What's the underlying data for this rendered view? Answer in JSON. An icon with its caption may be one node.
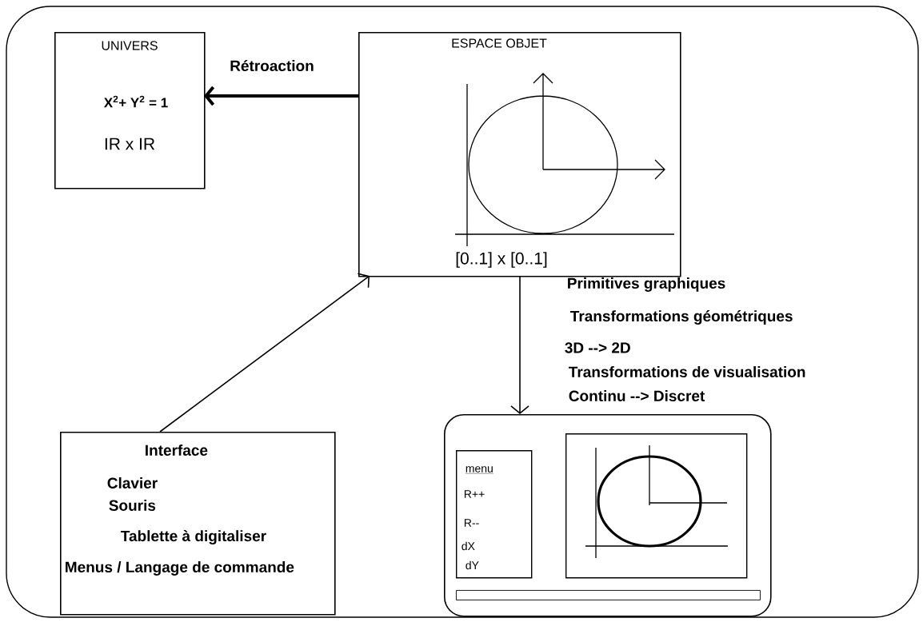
{
  "diagram": {
    "nodes": [
      {
        "text": [
          "UNIVERS",
          "X$^{2}$+  Y$^{2}$ = 1",
          "IR x IR"
        ]
      },
      {
        "text": [
          "ESPACE OBJET",
          "[0..1] x [0..1]"
        ]
      },
      {
        "text": [
          "Interface",
          "Clavier",
          "Souris",
          "Tablette à digitaliser",
          "Menus / Langage de commande"
        ]
      },
      {
        "text": [],
        "shape": "box"
      },
      {
        "text": [
          "menu",
          "R++",
          "R--",
          "dX",
          "dY"
        ],
        "in": 3
      },
      {
        "text": [],
        "shape": "box",
        "in": 3
      },
      {
        "text": [],
        "shape": "bar",
        "in": 3
      }
    ],
    "edges": [
      {
        "from": 1,
        "to": 0,
        "arrow": "to",
        "label": "Rétroaction",
        "style": "thick"
      },
      {
        "from": 2,
        "to": 1,
        "arrow": "to"
      },
      {
        "from": 1,
        "to": 3,
        "arrow": "to"
      }
    ],
    "labels": [
      "Primitives graphiques",
      "Transformations géométriques",
      "3D --> 2D",
      "Transformations de visualisation",
      "Continu --> Discret"
    ]
  }
}
